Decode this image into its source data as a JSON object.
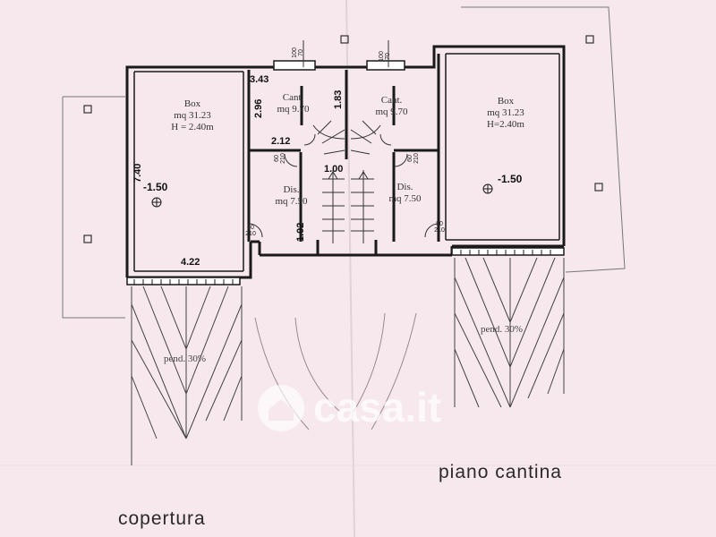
{
  "rooms": {
    "box_left": {
      "name": "Box",
      "area": "mq 31.23",
      "height": "H = 2.40m"
    },
    "box_right": {
      "name": "Box",
      "area": "mq 31.23",
      "height": "H=2.40m"
    },
    "cant_left": {
      "name": "Cant.",
      "area": "mq 9.70"
    },
    "cant_right": {
      "name": "Cant.",
      "area": "mq 9.70"
    },
    "dis_left": {
      "name": "Dis.",
      "area": "mq 7.50"
    },
    "dis_right": {
      "name": "Dis.",
      "area": "mq 7.50"
    }
  },
  "dimensions": {
    "d_343": "3.43",
    "d_296": "2.96",
    "d_183": "1.83",
    "d_212": "2.12",
    "d_100": "1.00",
    "d_102": "1.02",
    "d_740": "7.40",
    "d_422": "4.22"
  },
  "levels": {
    "left": "-1.50",
    "right": "-1.50"
  },
  "openings": {
    "win_top_left": "100\n70",
    "win_top_right": "100\n70",
    "door_left": "80\n210",
    "door_right": "80\n210",
    "small_left": "60\n210",
    "small_right": "60\n210"
  },
  "ramps": {
    "left": "pend. 30%",
    "right": "pend. 30%"
  },
  "labels": {
    "piano": "piano cantina",
    "copertura": "copertura"
  },
  "watermark": "casa.it",
  "colors": {
    "paper": "#f6e8ec",
    "ink": "#1a1a1a",
    "line": "#555555"
  }
}
